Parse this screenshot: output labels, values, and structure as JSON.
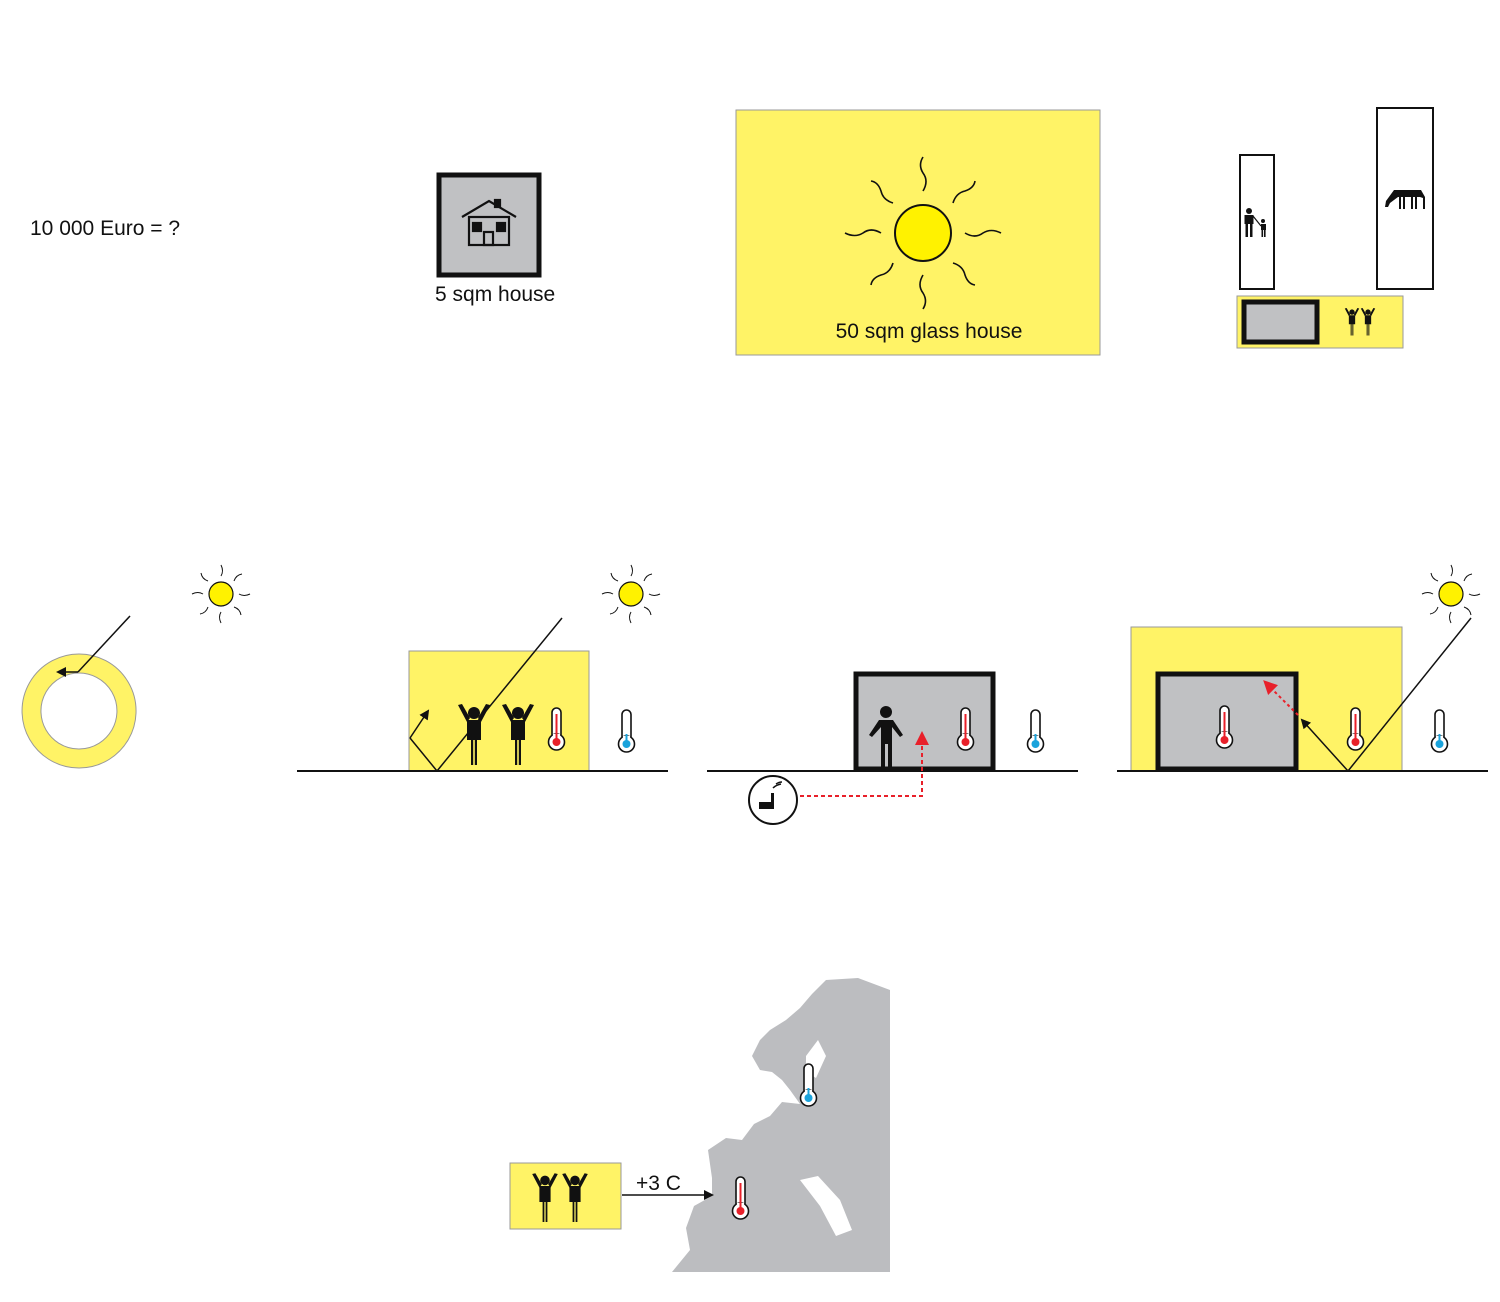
{
  "question": {
    "label": "10 000 Euro = ?"
  },
  "small_house": {
    "label": "5 sqm house",
    "icon": "house-icon"
  },
  "glass_house": {
    "label": "50 sqm glass house",
    "icon": "sun-icon"
  },
  "climate": {
    "label": "+3 C"
  },
  "colors": {
    "yellow": "#fff366",
    "sun": "#fff200",
    "gray": "#c0c1c3",
    "hot": "#e8202a",
    "cold": "#1aa3dc",
    "heat_arrow": "#e8202a",
    "map": "#bcbdc0"
  }
}
